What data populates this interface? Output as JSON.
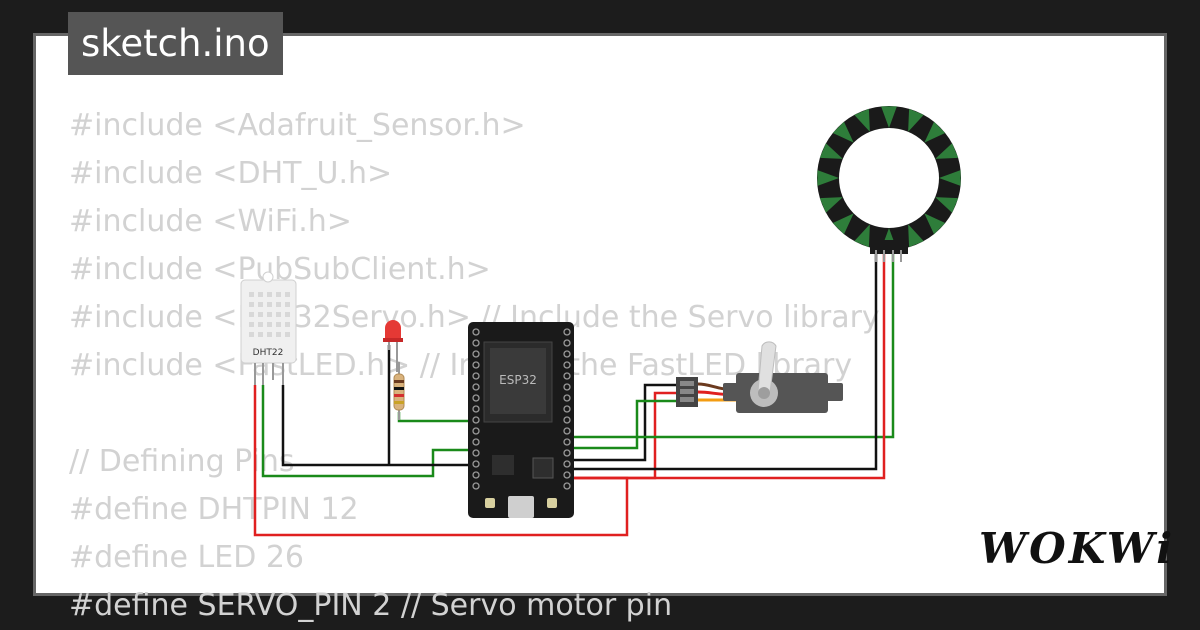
{
  "tab": {
    "filename": "sketch.ino"
  },
  "code_lines": [
    "#include <Adafruit_Sensor.h>",
    "#include <DHT_U.h>",
    "#include <WiFi.h>",
    "#include <PubSubClient.h>",
    "#include <ESP32Servo.h> // Include the Servo library",
    "#include <FastLED.h> // Include the FastLED library",
    "",
    "// Defining Pins",
    "#define DHTPIN 12",
    "#define LED 26",
    "#define SERVO_PIN 2 // Servo motor pin"
  ],
  "components": {
    "dht_label": "DHT22",
    "esp32_label": "ESP32"
  },
  "branding": {
    "logo_text": "WOKWi"
  },
  "colors": {
    "wire_red": "#e02020",
    "wire_green": "#1a8a1a",
    "wire_black": "#111111",
    "ring_green": "#2e7d3a",
    "led_red": "#e53935"
  }
}
